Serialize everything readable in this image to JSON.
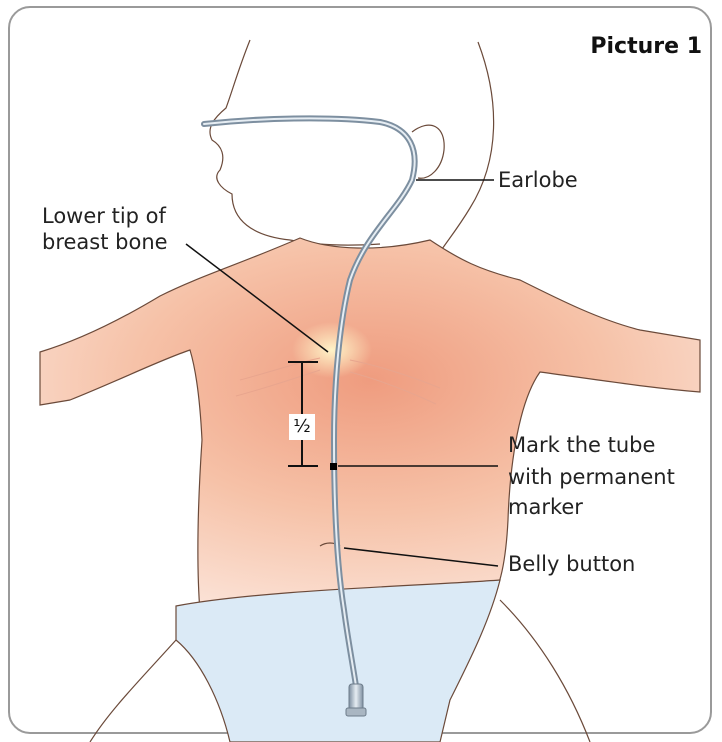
{
  "title": "Picture 1",
  "labels": {
    "earlobe": "Earlobe",
    "breast_bone_line1": "Lower tip of",
    "breast_bone_line2": "breast bone",
    "mark_line1": "Mark the tube",
    "mark_line2": "with permanent",
    "mark_line3": "marker",
    "belly_button": "Belly button",
    "half": "½"
  },
  "colors": {
    "frame": "#9a9a9a",
    "skin": "#f6c7ae",
    "skin_center": "#f0a688",
    "diaper": "#dbeaf6",
    "tube": "#8fa1b2",
    "leader": "#111111"
  }
}
